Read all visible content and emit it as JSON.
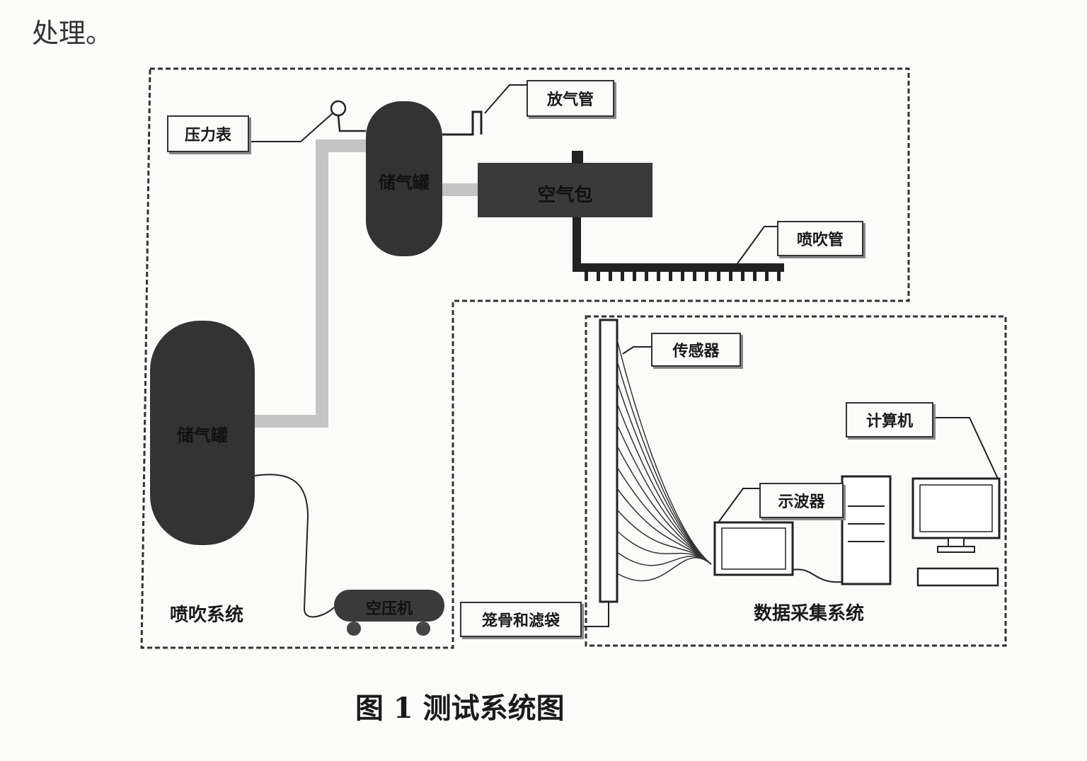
{
  "top_text": "处理。",
  "labels": {
    "pressure_gauge": "压力表",
    "vent_pipe": "放气管",
    "small_tank": "储气罐",
    "air_bag": "空气包",
    "blow_pipe": "喷吹管",
    "large_tank": "储气罐",
    "compressor": "空压机",
    "cage_filter_bag": "笼骨和滤袋",
    "sensor": "传感器",
    "oscilloscope": "示波器",
    "computer": "计算机"
  },
  "systems": {
    "spray_system": "喷吹系统",
    "data_acquisition_system": "数据采集系统"
  },
  "caption": "图 1  测试系统图"
}
